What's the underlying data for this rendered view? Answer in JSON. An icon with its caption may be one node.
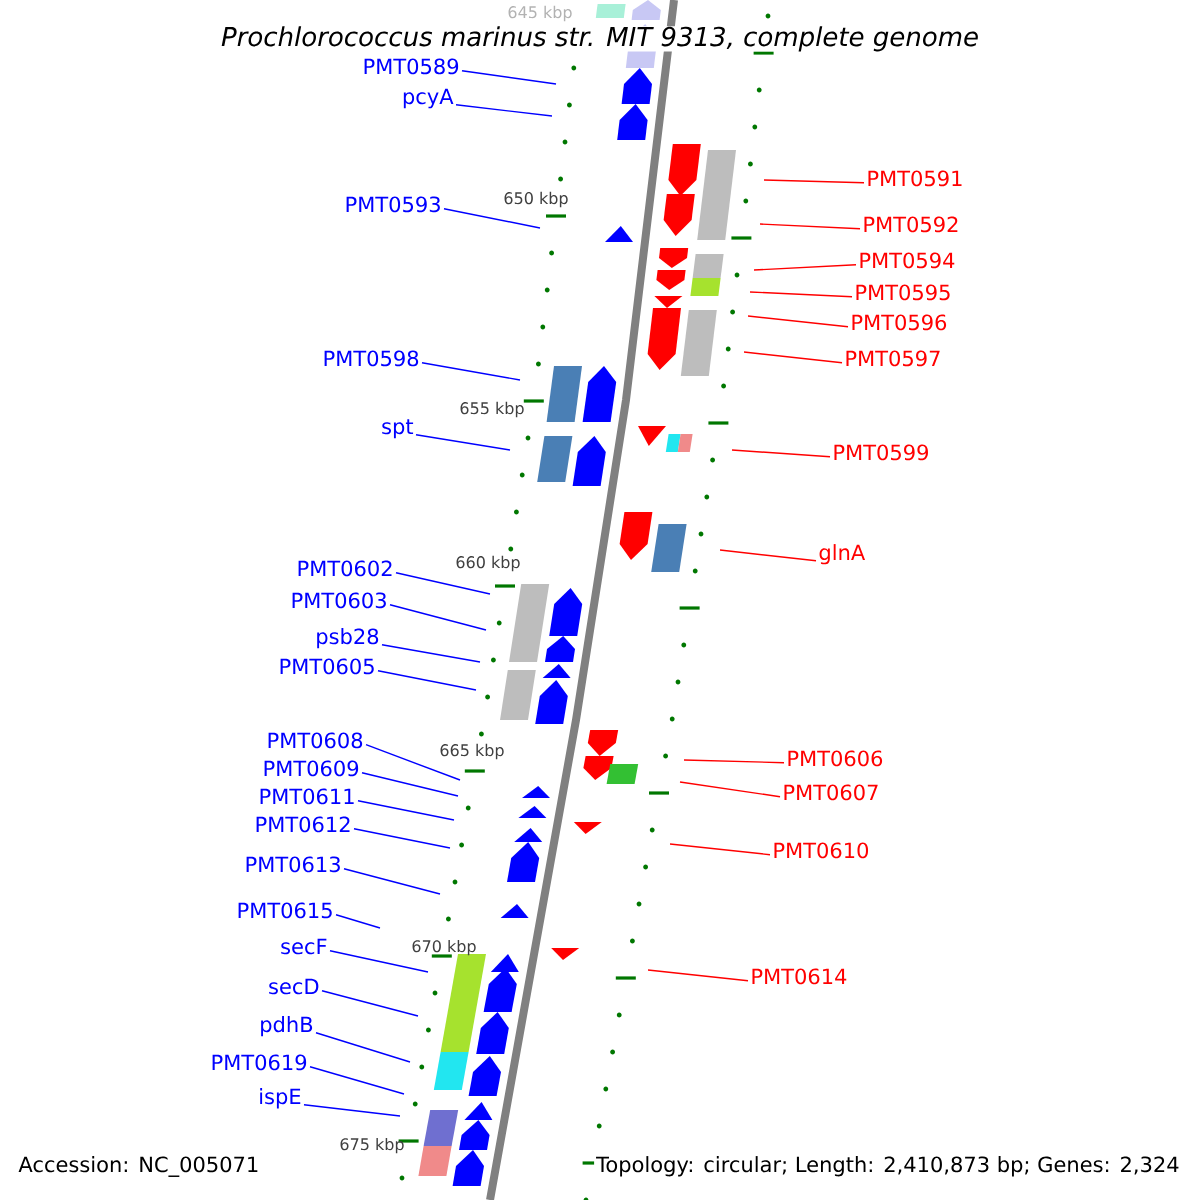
{
  "diagram": {
    "title": "Prochlorococcus marinus str. MIT 9313, complete genome",
    "nodes": [
      {
        "text": [
          "PMT0589"
        ]
      },
      {
        "text": [
          "pcyA"
        ]
      },
      {
        "text": [
          "PMT0593"
        ]
      },
      {
        "text": [
          "PMT0598"
        ]
      },
      {
        "text": [
          "spt"
        ]
      },
      {
        "text": [
          "PMT0602"
        ]
      },
      {
        "text": [
          "PMT0603"
        ]
      },
      {
        "text": [
          "psb28"
        ]
      },
      {
        "text": [
          "PMT0605"
        ]
      },
      {
        "text": [
          "PMT0608"
        ]
      },
      {
        "text": [
          "PMT0609"
        ]
      },
      {
        "text": [
          "PMT0611"
        ]
      },
      {
        "text": [
          "PMT0612"
        ]
      },
      {
        "text": [
          "PMT0613"
        ]
      },
      {
        "text": [
          "PMT0615"
        ]
      },
      {
        "text": [
          "secF"
        ]
      },
      {
        "text": [
          "secD"
        ]
      },
      {
        "text": [
          "pdhB"
        ]
      },
      {
        "text": [
          "PMT0619"
        ]
      },
      {
        "text": [
          "ispE"
        ]
      },
      {
        "text": [
          "PMT0591"
        ]
      },
      {
        "text": [
          "PMT0592"
        ]
      },
      {
        "text": [
          "PMT0594"
        ]
      },
      {
        "text": [
          "PMT0595"
        ]
      },
      {
        "text": [
          "PMT0596"
        ]
      },
      {
        "text": [
          "PMT0597"
        ]
      },
      {
        "text": [
          "PMT0599"
        ]
      },
      {
        "text": [
          "glnA"
        ]
      },
      {
        "text": [
          "PMT0606"
        ]
      },
      {
        "text": [
          "PMT0607"
        ]
      },
      {
        "text": [
          "PMT0610"
        ]
      },
      {
        "text": [
          "PMT0614"
        ]
      }
    ],
    "edges": [
      {
        "from": 0,
        "to": null,
        "arrow": "none"
      },
      {
        "from": 1,
        "to": null,
        "arrow": "none"
      },
      {
        "from": 2,
        "to": null,
        "arrow": "none"
      },
      {
        "from": 3,
        "to": null,
        "arrow": "none"
      },
      {
        "from": 4,
        "to": null,
        "arrow": "none"
      },
      {
        "from": 5,
        "to": null,
        "arrow": "none"
      },
      {
        "from": 6,
        "to": null,
        "arrow": "none"
      },
      {
        "from": 7,
        "to": null,
        "arrow": "none"
      },
      {
        "from": 8,
        "to": null,
        "arrow": "none"
      },
      {
        "from": 9,
        "to": null,
        "arrow": "none"
      },
      {
        "from": 10,
        "to": null,
        "arrow": "none"
      },
      {
        "from": 11,
        "to": null,
        "arrow": "none"
      },
      {
        "from": 12,
        "to": null,
        "arrow": "none"
      },
      {
        "from": 13,
        "to": null,
        "arrow": "none"
      },
      {
        "from": 14,
        "to": null,
        "arrow": "none"
      },
      {
        "from": 15,
        "to": null,
        "arrow": "none"
      },
      {
        "from": 16,
        "to": null,
        "arrow": "none"
      },
      {
        "from": 17,
        "to": null,
        "arrow": "none"
      },
      {
        "from": 18,
        "to": null,
        "arrow": "none"
      },
      {
        "from": 19,
        "to": null,
        "arrow": "none"
      },
      {
        "from": 20,
        "to": null,
        "arrow": "none",
        "color": "#ff0000"
      },
      {
        "from": 21,
        "to": null,
        "arrow": "none",
        "color": "#ff0000"
      },
      {
        "from": 22,
        "to": null,
        "arrow": "none",
        "color": "#ff0000"
      },
      {
        "from": 23,
        "to": null,
        "arrow": "none",
        "color": "#ff0000"
      },
      {
        "from": 24,
        "to": null,
        "arrow": "none",
        "color": "#ff0000"
      },
      {
        "from": 25,
        "to": null,
        "arrow": "none",
        "color": "#ff0000"
      },
      {
        "from": 26,
        "to": null,
        "arrow": "none",
        "color": "#ff0000"
      },
      {
        "from": 27,
        "to": null,
        "arrow": "none",
        "color": "#ff0000"
      },
      {
        "from": 28,
        "to": null,
        "arrow": "none",
        "color": "#ff0000"
      },
      {
        "from": 29,
        "to": null,
        "arrow": "none",
        "color": "#ff0000"
      },
      {
        "from": 30,
        "to": null,
        "arrow": "none",
        "color": "#ff0000"
      },
      {
        "from": 31,
        "to": null,
        "arrow": "none",
        "color": "#ff0000"
      }
    ],
    "labels": [
      "645 kbp",
      "650 kbp",
      "655 kbp",
      "660 kbp",
      "665 kbp",
      "670 kbp",
      "675 kbp",
      "Accession: NC_005071",
      "Topology: circular; Length: 2,410,873 bp; Genes: 2,324"
    ]
  }
}
